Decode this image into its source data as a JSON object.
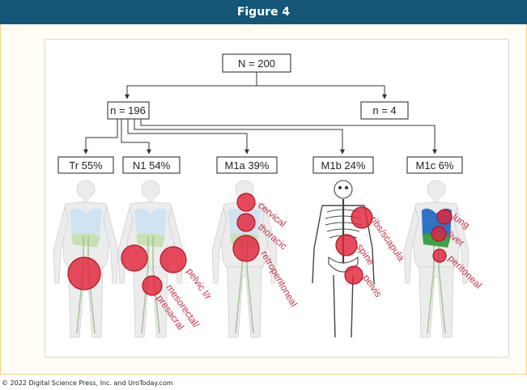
{
  "header": {
    "title": "Figure 4"
  },
  "tree": {
    "root": "N = 200",
    "left": "n = 196",
    "right": "n = 4",
    "categories": [
      {
        "id": "tr",
        "label": "Tr 55%"
      },
      {
        "id": "n1",
        "label": "N1 54%"
      },
      {
        "id": "m1a",
        "label": "M1a 39%"
      },
      {
        "id": "m1b",
        "label": "M1b 24%"
      },
      {
        "id": "m1c",
        "label": "M1c 6%"
      }
    ]
  },
  "labels": {
    "pelvic": "pelvic l/r",
    "mesorectal": "mesorectal/",
    "presacral": "presacral",
    "cervical": "cervical",
    "thoracic": "thoracic",
    "retroperitoneal": "retroperitoneal",
    "ribs": "ribs/scapula",
    "spine": "spine",
    "pelvis": "pelvis",
    "lung": "lung",
    "liver": "liver",
    "peritoneal": "peritoneal"
  },
  "colors": {
    "header": "#135678",
    "lesion": "#e0243a",
    "lesion_label": "#c2334a"
  },
  "footer": {
    "copyright": "© 2022 Digital Science Press, Inc. and UroToday.com"
  }
}
